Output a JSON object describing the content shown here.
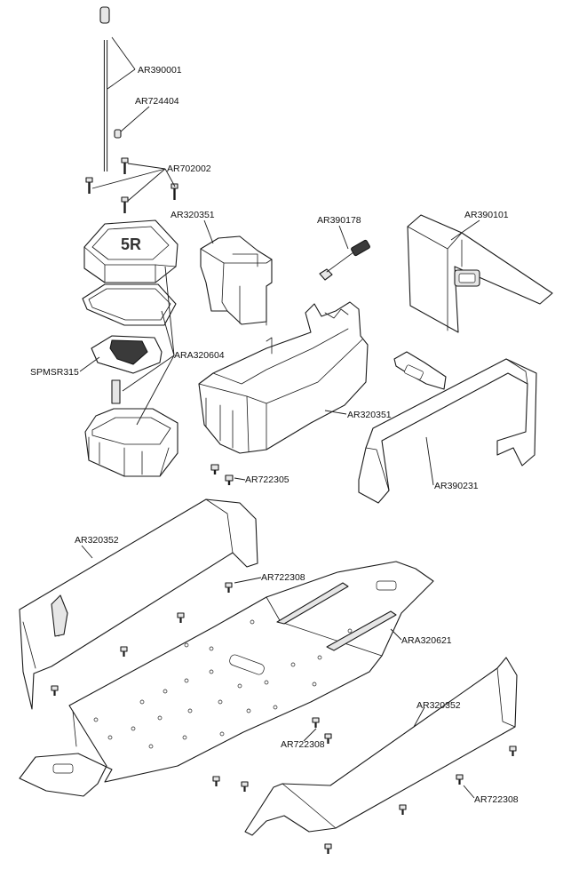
{
  "labels": {
    "antenna_tube": "AR390001",
    "antenna_cap": "AR724404",
    "screws_top": "AR702002",
    "receiver_box_holder": "AR320351",
    "servo_wire": "AR390178",
    "battery_strap_top": "AR390101",
    "receiver_box_assembly": "ARA320604",
    "receiver": "SPMSR315",
    "battery_tray": "AR320351",
    "screws_box": "AR722305",
    "battery_strap_bottom": "AR390231",
    "mudguard_left": "AR320352",
    "screws_chassis_top": "AR722308",
    "chassis_plate": "ARA320621",
    "mudguard_right": "AR320352",
    "screws_chassis_mid": "AR722308",
    "screws_chassis_bottom": "AR722308"
  },
  "logo_text": "5R"
}
